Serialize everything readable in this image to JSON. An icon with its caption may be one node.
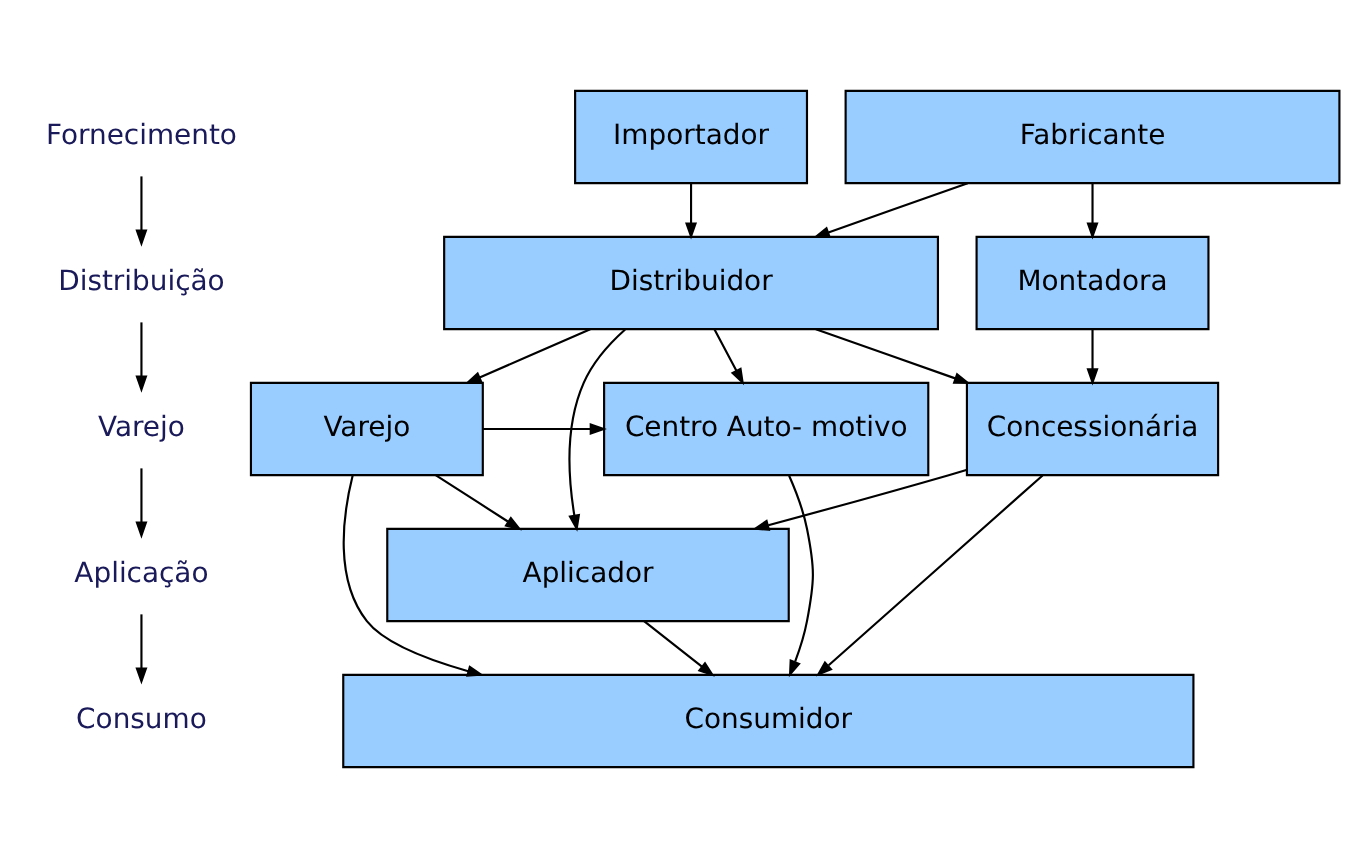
{
  "diagram": {
    "nodes": [
      {
        "text": [
          "Fornecimento"
        ]
      },
      {
        "text": [
          "Distribuição"
        ]
      },
      {
        "text": [
          "Varejo"
        ]
      },
      {
        "text": [
          "Aplicação"
        ]
      },
      {
        "text": [
          "Consumo"
        ]
      },
      {
        "text": [
          "Importador"
        ]
      },
      {
        "text": [
          "Fabricante"
        ]
      },
      {
        "text": [
          "Distribuidor"
        ]
      },
      {
        "text": [
          "Montadora"
        ]
      },
      {
        "text": [
          "Centro Auto- motivo"
        ]
      },
      {
        "text": [
          "Varejo"
        ]
      },
      {
        "text": [
          "Concessionária"
        ]
      },
      {
        "text": [
          "Aplicador"
        ]
      },
      {
        "text": [
          "Consumidor"
        ]
      }
    ],
    "edges": [
      {
        "from": 0,
        "to": 1,
        "arrow": "to"
      },
      {
        "from": 1,
        "to": 2,
        "arrow": "to"
      },
      {
        "from": 2,
        "to": 3,
        "arrow": "to"
      },
      {
        "from": 3,
        "to": 4,
        "arrow": "to"
      },
      {
        "from": 5,
        "to": 7,
        "arrow": "to"
      },
      {
        "from": 6,
        "to": 7,
        "arrow": "to"
      },
      {
        "from": 6,
        "to": 8,
        "arrow": "to"
      },
      {
        "from": 7,
        "to": 9,
        "arrow": "to"
      },
      {
        "from": 7,
        "to": 10,
        "arrow": "to"
      },
      {
        "from": 7,
        "to": 11,
        "arrow": "to"
      },
      {
        "from": 8,
        "to": 11,
        "arrow": "to"
      },
      {
        "from": 10,
        "to": 9,
        "arrow": "to"
      },
      {
        "from": 10,
        "to": 12,
        "arrow": "to"
      },
      {
        "from": 7,
        "to": 12,
        "arrow": "to"
      },
      {
        "from": 11,
        "to": 12,
        "arrow": "to"
      },
      {
        "from": 9,
        "to": 13,
        "arrow": "to"
      },
      {
        "from": 10,
        "to": 13,
        "arrow": "to"
      },
      {
        "from": 12,
        "to": 13,
        "arrow": "to"
      },
      {
        "from": 11,
        "to": 13,
        "arrow": "to"
      }
    ]
  }
}
